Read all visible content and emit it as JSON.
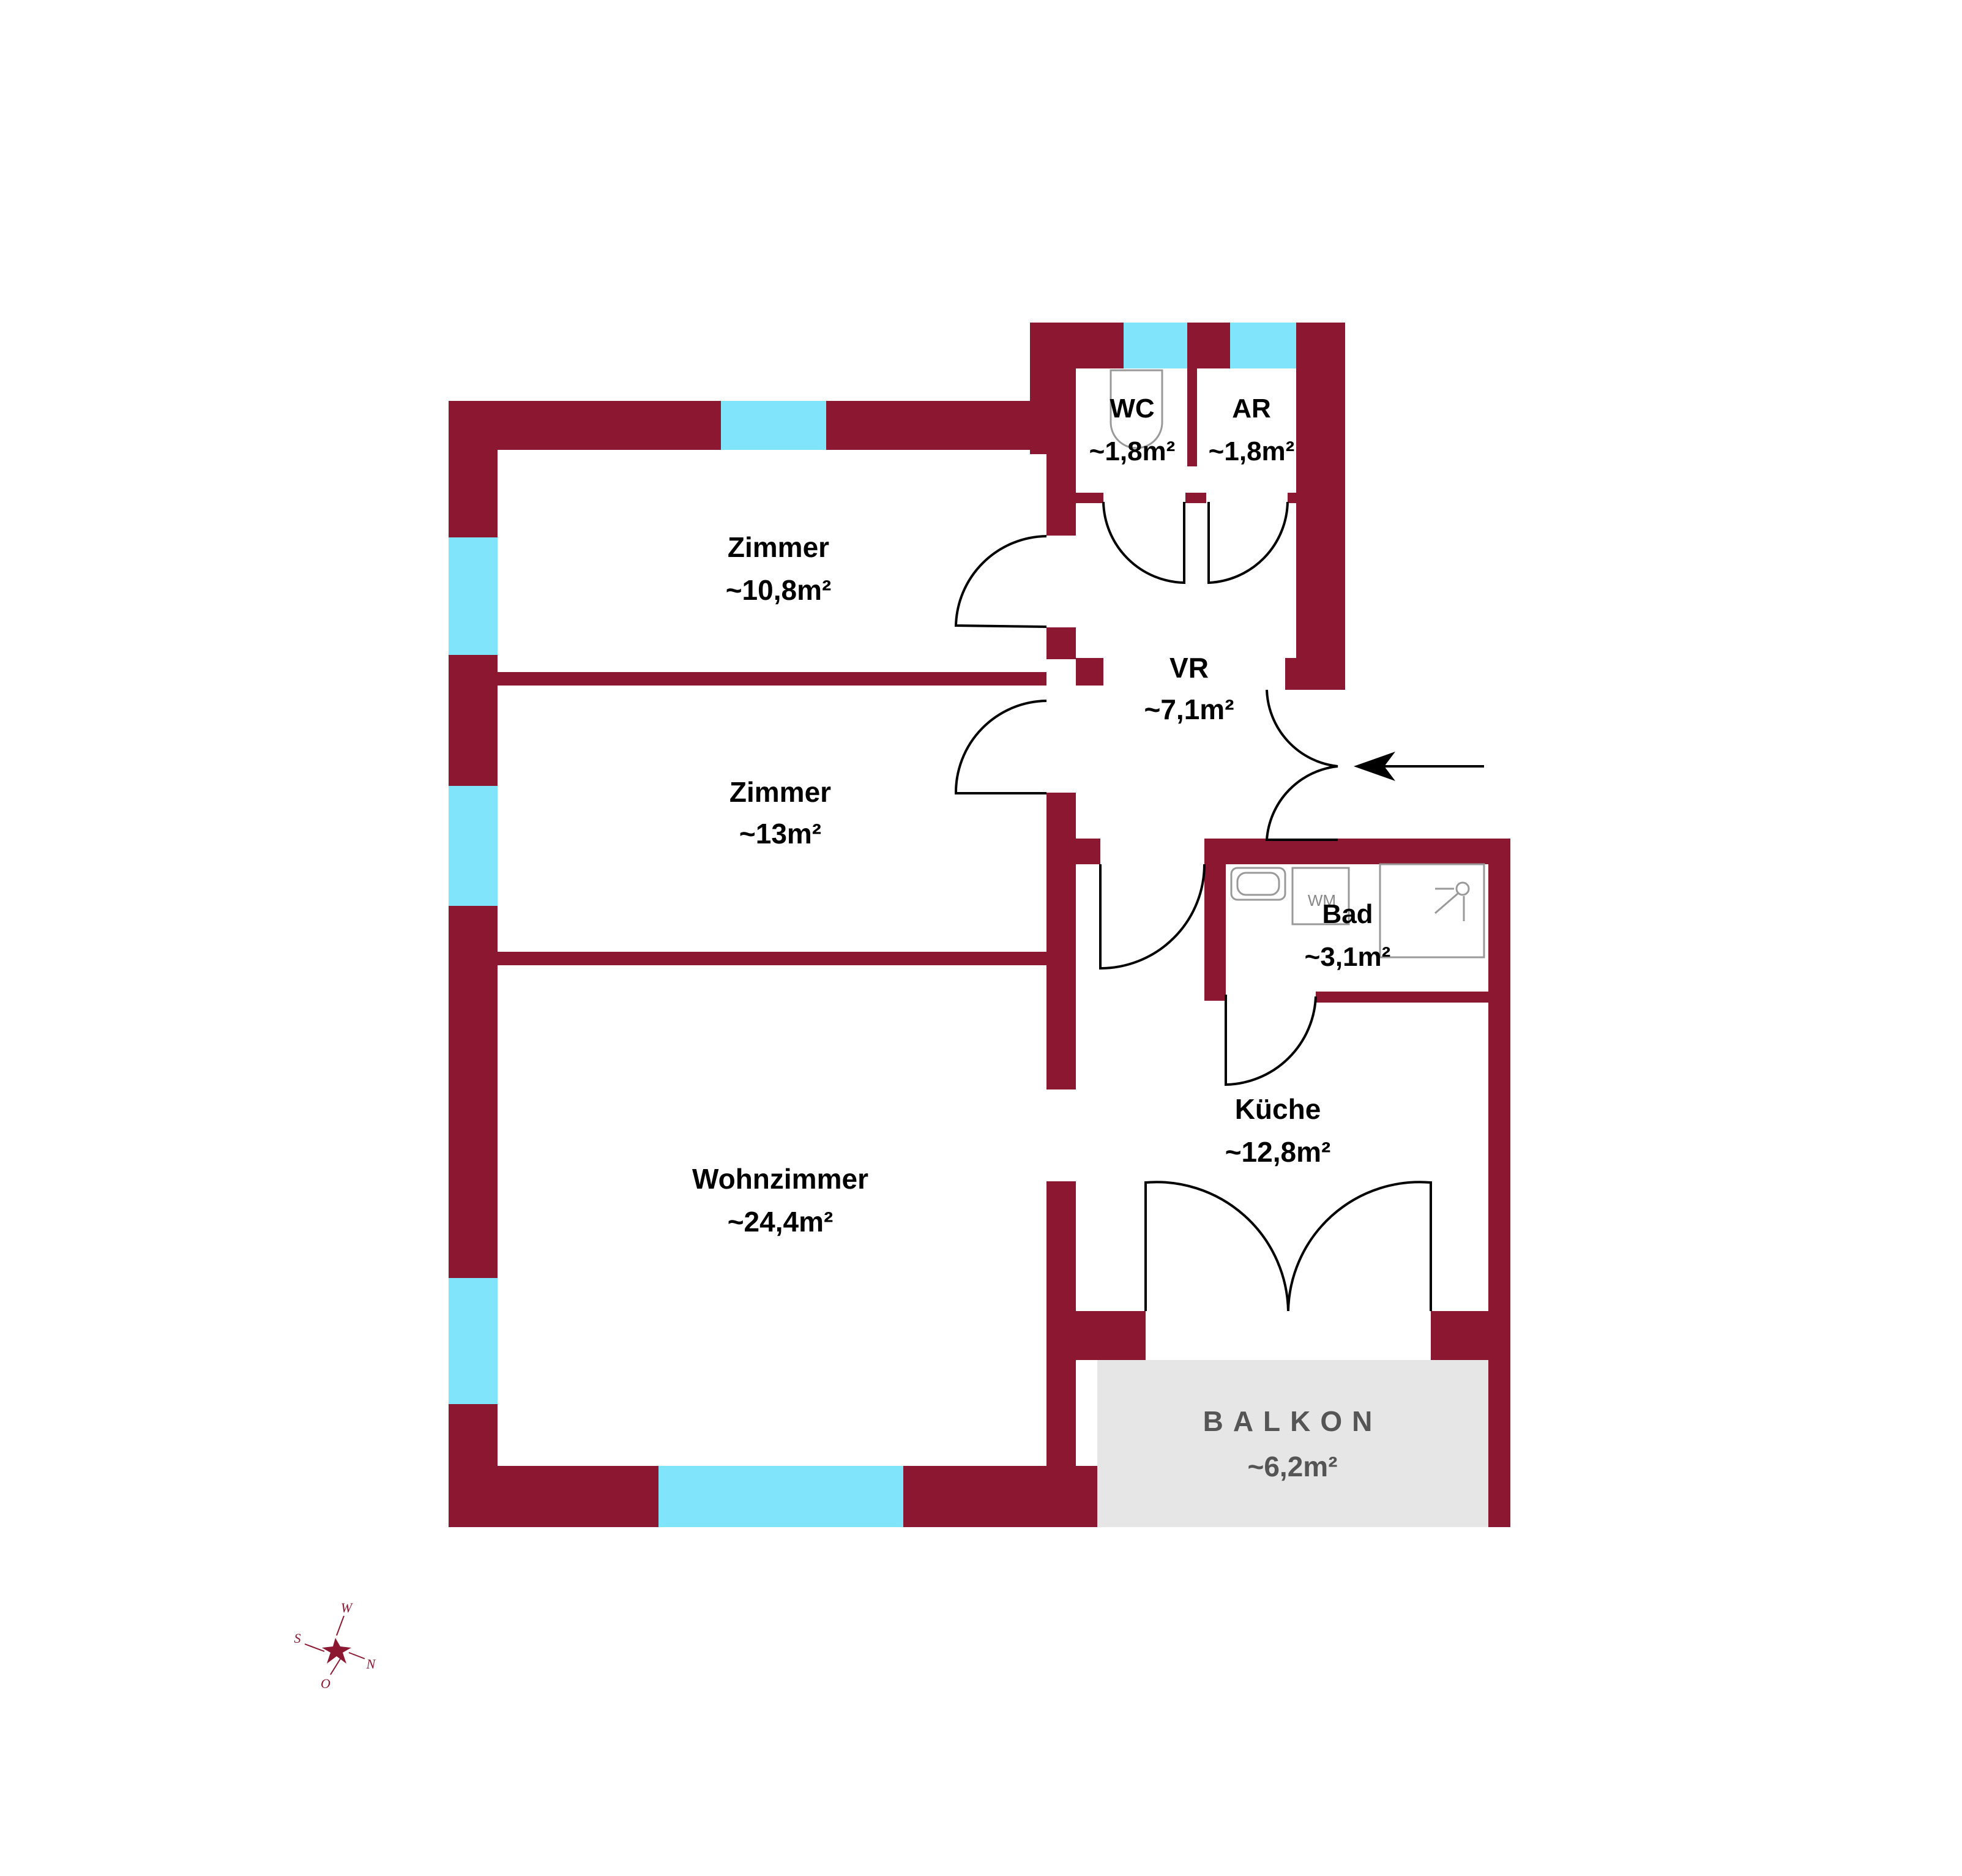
{
  "colors": {
    "wall": "#8c1730",
    "window": "#80e5fb",
    "balcony": "#e6e6e6",
    "background": "#ffffff",
    "fixture": "#999999",
    "compass": "#8c1730"
  },
  "rooms": {
    "zimmer1": {
      "name": "Zimmer",
      "area": "~10,8m²"
    },
    "zimmer2": {
      "name": "Zimmer",
      "area": "~13m²"
    },
    "wohnzimmer": {
      "name": "Wohnzimmer",
      "area": "~24,4m²"
    },
    "wc": {
      "name": "WC",
      "area": "~1,8m²"
    },
    "ar": {
      "name": "AR",
      "area": "~1,8m²"
    },
    "vr": {
      "name": "VR",
      "area": "~7,1m²"
    },
    "bad": {
      "name": "Bad",
      "area": "~3,1m²"
    },
    "kueche": {
      "name": "Küche",
      "area": "~12,8m²"
    },
    "balkon": {
      "name": "BALKON",
      "area": "~6,2m²"
    }
  },
  "fixtures": {
    "washing_machine": "WM"
  },
  "compass": {
    "w": "W",
    "s": "S",
    "n": "N",
    "o": "O"
  },
  "icons": {
    "entrance": "entrance-arrow-icon",
    "compass": "compass-rose-icon",
    "toilet": "toilet-icon",
    "sink": "sink-icon",
    "shower": "shower-icon"
  }
}
